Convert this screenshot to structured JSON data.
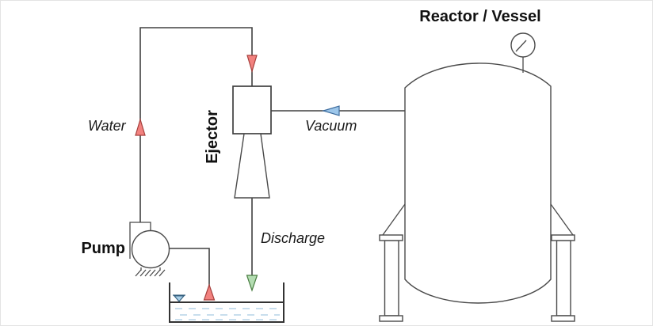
{
  "title": "Reactor / Vessel",
  "components": {
    "ejector_label": "Ejector",
    "pump_label": "Pump"
  },
  "streams": {
    "water_label": "Water",
    "vacuum_label": "Vacuum",
    "discharge_label": "Discharge"
  },
  "icons": {
    "pressure_gauge": "gauge-icon",
    "water_level_indicator": "level-indicator-icon",
    "ground_hatch": "ground-icon"
  },
  "colors": {
    "line": "#404040",
    "water_arrow_fill": "#F2827F",
    "water_arrow_stroke": "#A63F3C",
    "vacuum_arrow_fill": "#9CC6EA",
    "vacuum_arrow_stroke": "#3D6C9E",
    "discharge_arrow_fill": "#B4DDB2",
    "discharge_arrow_stroke": "#4A7E42",
    "water_dash": "#B5D3E7",
    "level_indicator_fill": "#A9CFE8"
  }
}
